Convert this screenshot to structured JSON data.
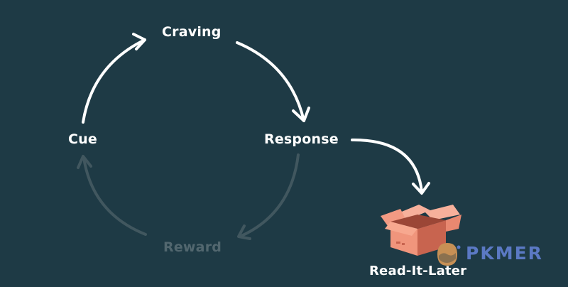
{
  "diagram": {
    "nodes": {
      "craving": "Craving",
      "cue": "Cue",
      "response": "Response",
      "reward": "Reward",
      "read_it_later": "Read-It-Later"
    }
  },
  "branding": {
    "logo_text": "PKMER"
  },
  "colors": {
    "background": "#1e3a45",
    "active_text": "#ffffff",
    "dim_text": "#52676f",
    "box_body": "#f0957c",
    "box_shadow": "#c8644f",
    "logo_accent": "#5b79c4",
    "logo_mark": "#c79055"
  },
  "icons": {
    "box": "open-box-icon",
    "logo": "pkmer-logo-icon"
  }
}
